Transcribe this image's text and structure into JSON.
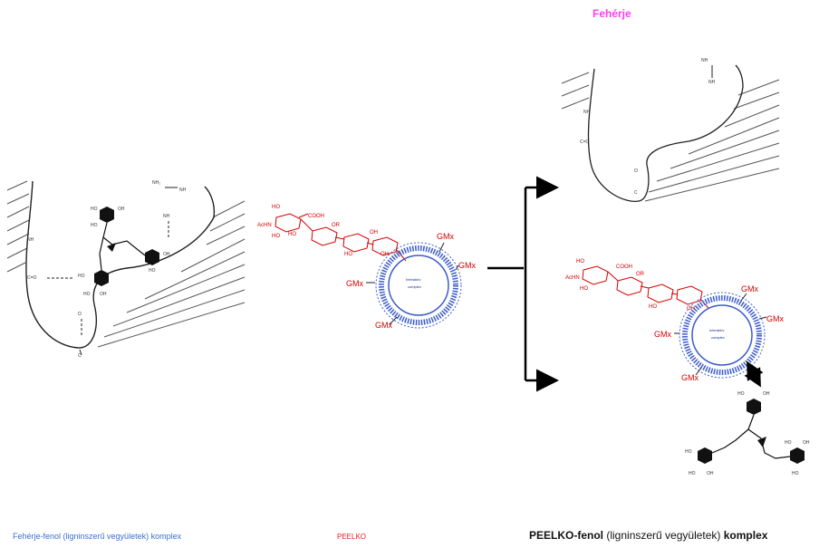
{
  "title": "Fehérje",
  "labels": {
    "protein_phenol_complex": "Fehérje-fenol (ligninszerű vegyületek) komplex",
    "peelko": "PEELKO",
    "peelko_phenol_prefix": "PEELKO-fenol",
    "peelko_phenol_middle": " (ligninszerű vegyületek) ",
    "peelko_phenol_suffix": "komplex"
  },
  "molecule": {
    "gm_label": "GMx",
    "core_line1": "Interaktív",
    "core_line2": "complex",
    "cooh": "COOH",
    "acnh": "AcHN",
    "or": "OR",
    "ho": "HO",
    "oh": "OH"
  },
  "protein": {
    "nh": "NH",
    "nh2": "NH₂",
    "c_o": "C=O",
    "c": "C",
    "o": "O"
  },
  "colors": {
    "title": "#ff3df2",
    "left_label": "#3a6fd0",
    "peelko": "#e02020",
    "molecule": "#d40000",
    "vesicle": "#3c5cc8"
  }
}
